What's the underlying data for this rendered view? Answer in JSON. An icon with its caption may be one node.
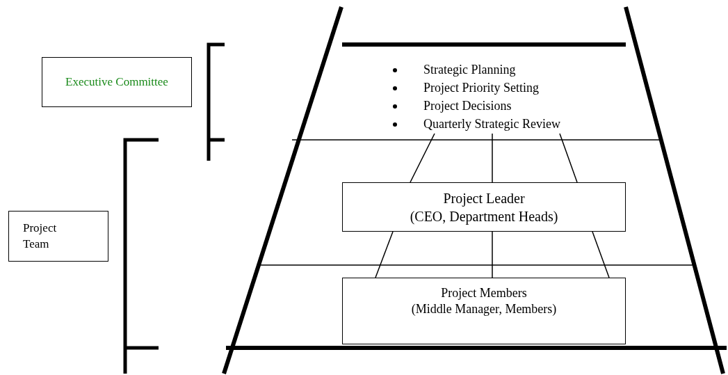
{
  "diagram": {
    "nodes": [
      {
        "text": [
          "Executive Committee"
        ]
      },
      {
        "text": [
          "Project Team"
        ]
      },
      {
        "text": [
          "Strategic Planning",
          "Project Priority Setting",
          "Project Decisions",
          "Quarterly Strategic Review"
        ]
      },
      {
        "text": [
          "Project Leader",
          "(CEO, Department Heads)"
        ]
      },
      {
        "text": [
          "Project Members",
          "(Middle Manager, Members)"
        ]
      }
    ],
    "edges": [
      {
        "from": 2,
        "to": 3,
        "arrow": "none"
      },
      {
        "from": 2,
        "to": 3,
        "arrow": "none"
      },
      {
        "from": 2,
        "to": 3,
        "arrow": "none"
      },
      {
        "from": 3,
        "to": 4,
        "arrow": "none"
      },
      {
        "from": 3,
        "to": 4,
        "arrow": "none"
      },
      {
        "from": 3,
        "to": 4,
        "arrow": "none"
      }
    ]
  }
}
